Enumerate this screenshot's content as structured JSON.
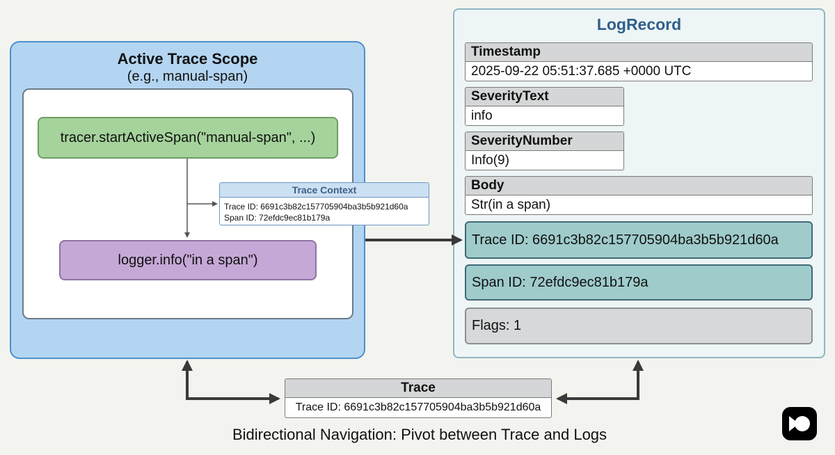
{
  "scope": {
    "title": "Active Trace Scope",
    "subtitle": "(e.g., manual-span)",
    "span_call": "tracer.startActiveSpan(\"manual-span\", ...)",
    "logger_call": "logger.info(\"in a span\")"
  },
  "trace_context": {
    "title": "Trace Context",
    "trace_id": "Trace ID: 6691c3b82c157705904ba3b5b921d60a",
    "span_id": "Span ID: 72efdc9ec81b179a"
  },
  "log_record": {
    "title": "LogRecord",
    "timestamp_label": "Timestamp",
    "timestamp_value": "2025-09-22 05:51:37.685 +0000 UTC",
    "severity_text_label": "SeverityText",
    "severity_text_value": "info",
    "severity_number_label": "SeverityNumber",
    "severity_number_value": "Info(9)",
    "body_label": "Body",
    "body_value": "Str(in a span)",
    "trace_id": "Trace ID: 6691c3b82c157705904ba3b5b921d60a",
    "span_id": "Span ID: 72efdc9ec81b179a",
    "flags": "Flags: 1"
  },
  "trace": {
    "title": "Trace",
    "trace_id": "Trace ID: 6691c3b82c157705904ba3b5b921d60a"
  },
  "caption": "Bidirectional Navigation: Pivot between Trace and Logs",
  "colors": {
    "scope_bg": "#b3d5f1",
    "span_green": "#a5d39b",
    "logger_purple": "#c6a8d7",
    "id_teal": "#9fcbcb",
    "arrow": "#3a3a3a"
  }
}
